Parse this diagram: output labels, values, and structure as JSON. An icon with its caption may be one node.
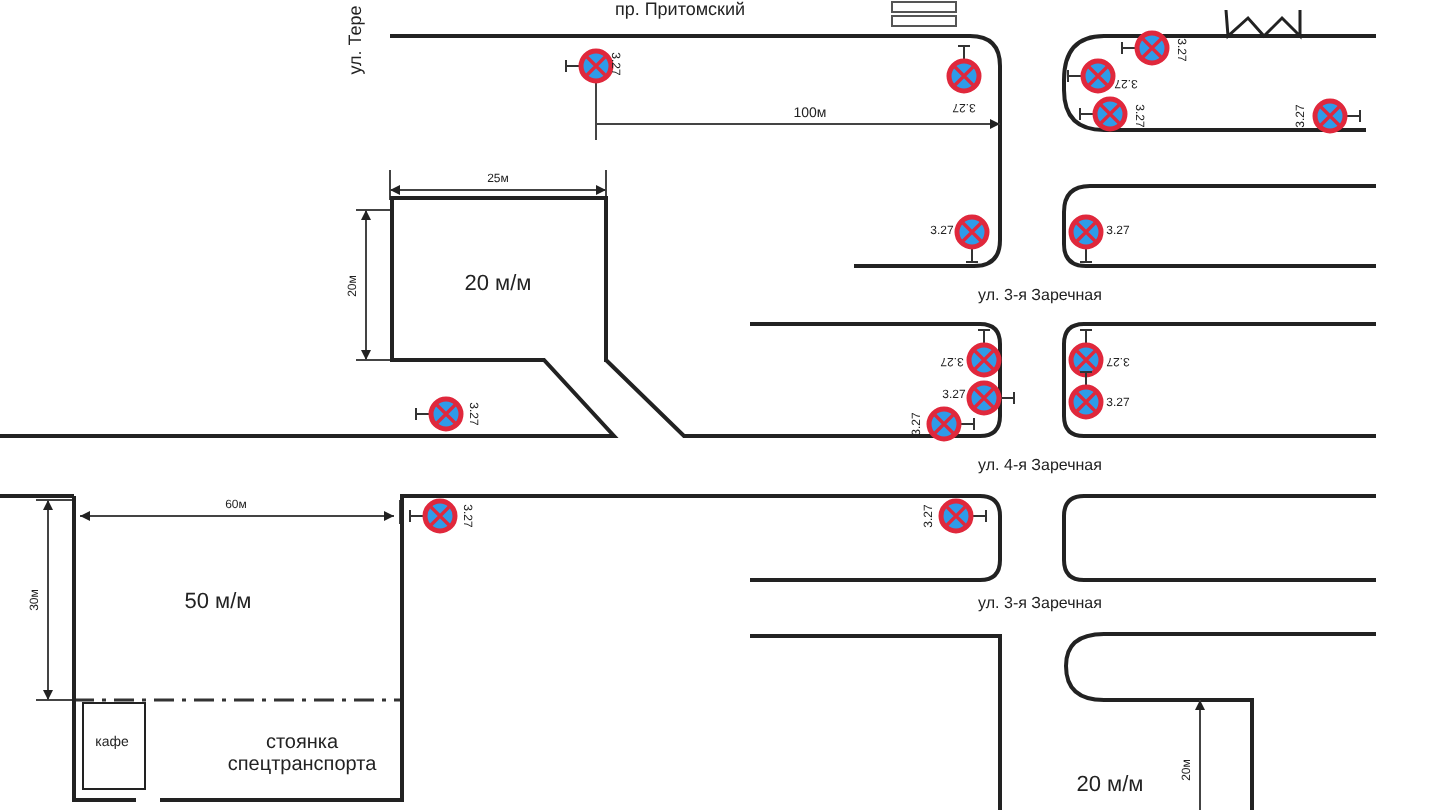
{
  "diagram": {
    "nodes": [
      {
        "text": [
          "20 м/м"
        ]
      },
      {
        "text": [
          "50 м/м",
          "стоянка спецтранспорта"
        ]
      },
      {
        "text": [
          "кафе"
        ],
        "in": 1
      }
    ],
    "labels": [
      "пр. Притомский",
      "ул. Тере",
      "3.27",
      "3.27",
      "3.27",
      "3.27",
      "3.27",
      "3.27",
      "100м",
      "25м",
      "20м",
      "3.27",
      "3.27",
      "ул. 3-я Заречная",
      "3.27",
      "3.27",
      "3.27",
      "3.27",
      "3.27",
      "3.27",
      "ул. 4-я Заречная",
      "60м",
      "3.27",
      "3.27",
      "30м",
      "ул. 3-я Заречная",
      "20м",
      "20 м/м"
    ]
  }
}
